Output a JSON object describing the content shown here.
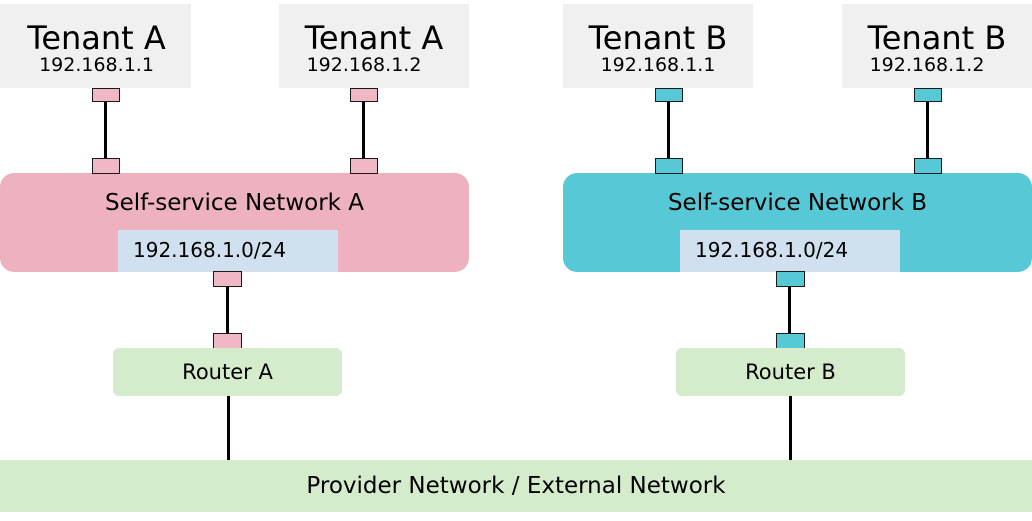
{
  "colors": {
    "network_a": "#edb1bf",
    "network_b": "#57c8d5",
    "port_a": "#f0b8c4",
    "port_b": "#57c8d5",
    "router": "#d4ebcc",
    "provider": "#d4ebcc",
    "subnet": "#d0e0ee",
    "tenant": "#f0f0f0"
  },
  "tenants": [
    {
      "name": "Tenant A",
      "ip": "192.168.1.1"
    },
    {
      "name": "Tenant A",
      "ip": "192.168.1.2"
    },
    {
      "name": "Tenant B",
      "ip": "192.168.1.1"
    },
    {
      "name": "Tenant B",
      "ip": "192.168.1.2"
    }
  ],
  "networks": [
    {
      "label": "Self-service Network A",
      "subnet": "192.168.1.0/24"
    },
    {
      "label": "Self-service Network B",
      "subnet": "192.168.1.0/24"
    }
  ],
  "routers": [
    {
      "label": "Router A"
    },
    {
      "label": "Router B"
    }
  ],
  "provider": {
    "label": "Provider Network / External Network"
  }
}
